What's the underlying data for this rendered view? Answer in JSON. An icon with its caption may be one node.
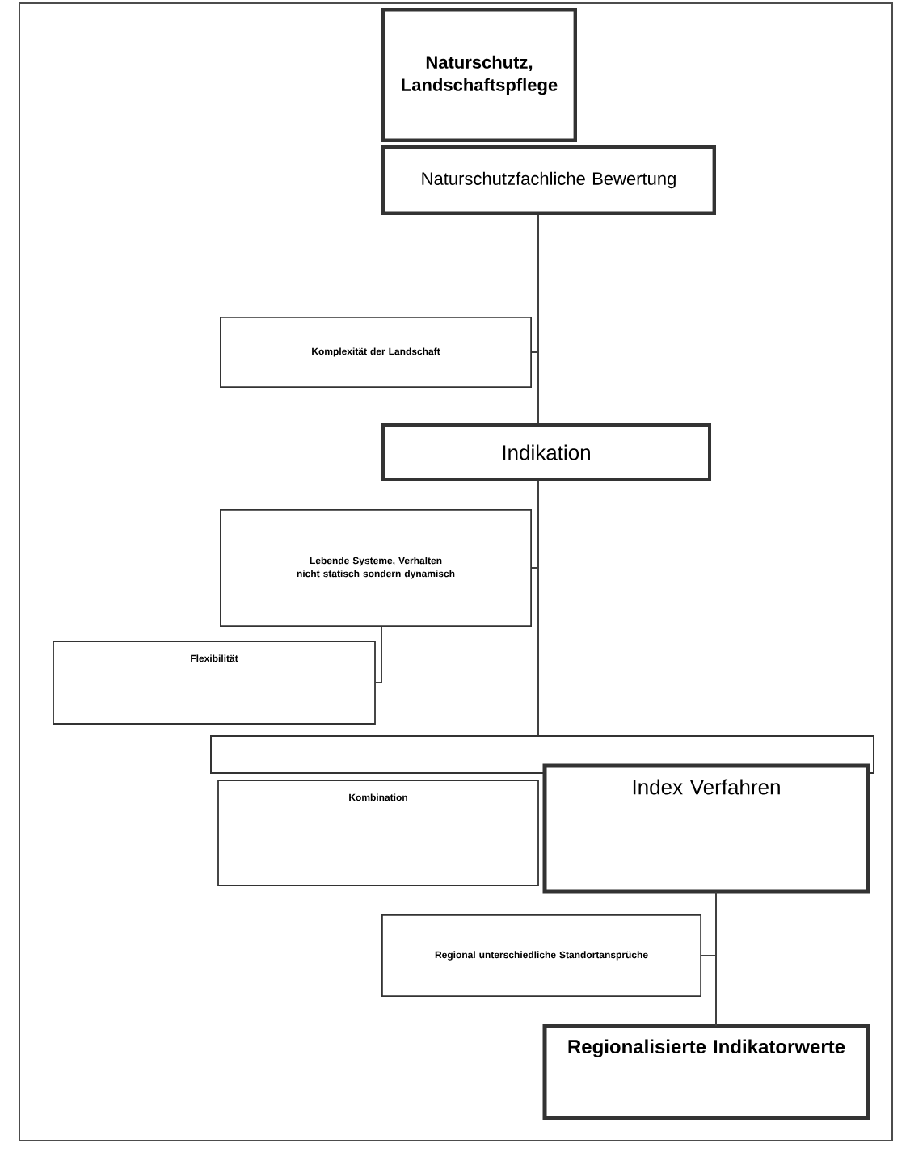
{
  "diagram": {
    "nodes": [
      {
        "text": [
          "Naturschutz, Landschaftspflege"
        ]
      },
      {
        "text": [
          "Naturschutzfachliche Bewertung"
        ]
      },
      {
        "text": [
          "Komplexität der Landschaft"
        ]
      },
      {
        "text": [
          "Indikation"
        ]
      },
      {
        "text": [
          "Lebende Systeme, Verhalten nicht statisch sondern dynamisch"
        ]
      },
      {
        "text": [
          "Flexibilität"
        ]
      },
      {
        "text": [],
        "shape": "box"
      },
      {
        "text": [
          "Kombination"
        ]
      },
      {
        "text": [
          "Index Verfahren"
        ]
      },
      {
        "text": [
          "Regional unterschiedliche Standortansprüche"
        ]
      },
      {
        "text": [
          "Regionalisierte Indikatorwerte"
        ]
      }
    ],
    "edges": [
      {
        "from": 1,
        "to": 2,
        "arrow": "none"
      },
      {
        "from": 1,
        "to": 3,
        "arrow": "none"
      },
      {
        "from": 3,
        "to": 4,
        "arrow": "none"
      },
      {
        "from": 4,
        "to": 5,
        "arrow": "none"
      },
      {
        "from": 3,
        "to": 6,
        "arrow": "none"
      },
      {
        "from": 8,
        "to": 9,
        "arrow": "none"
      },
      {
        "from": 8,
        "to": 10,
        "arrow": "none"
      }
    ]
  }
}
